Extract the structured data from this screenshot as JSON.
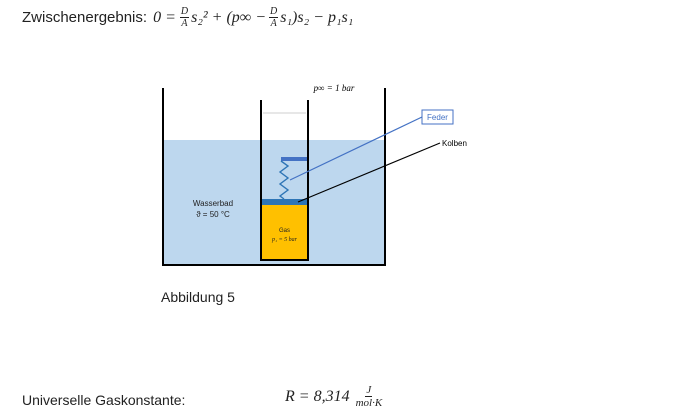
{
  "equation": {
    "label": "Zwischenergebnis:",
    "lhs": "0 =",
    "frac1_num": "D",
    "frac1_den": "A",
    "term1": "s₂² + (p∞ −",
    "frac2_num": "D",
    "frac2_den": "A",
    "term2": "s₁)s₂ − p₁s₁"
  },
  "diagram": {
    "p_inf_label": "p∞ = 1 bar",
    "feder_label": "Feder",
    "kolben_label": "Kolben",
    "wasserbad_label": "Wasserbad",
    "temp_label": "ϑ = 50 °C",
    "gas_label": "Gas",
    "gas_pressure_label": "p₁ = 5 bar",
    "colors": {
      "water": "#bdd7ee",
      "gas": "#ffc000",
      "piston": "#2e75b6",
      "spring_top": "#4472c4",
      "feder_line": "#4472c4",
      "kolben_line": "#000000",
      "container": "#000000"
    }
  },
  "figure_caption": "Abbildung 5",
  "gas_constant": {
    "label": "Universelle Gaskonstante:",
    "lhs": "R = 8,314",
    "unit_num": "J",
    "unit_den": "mol·K"
  }
}
